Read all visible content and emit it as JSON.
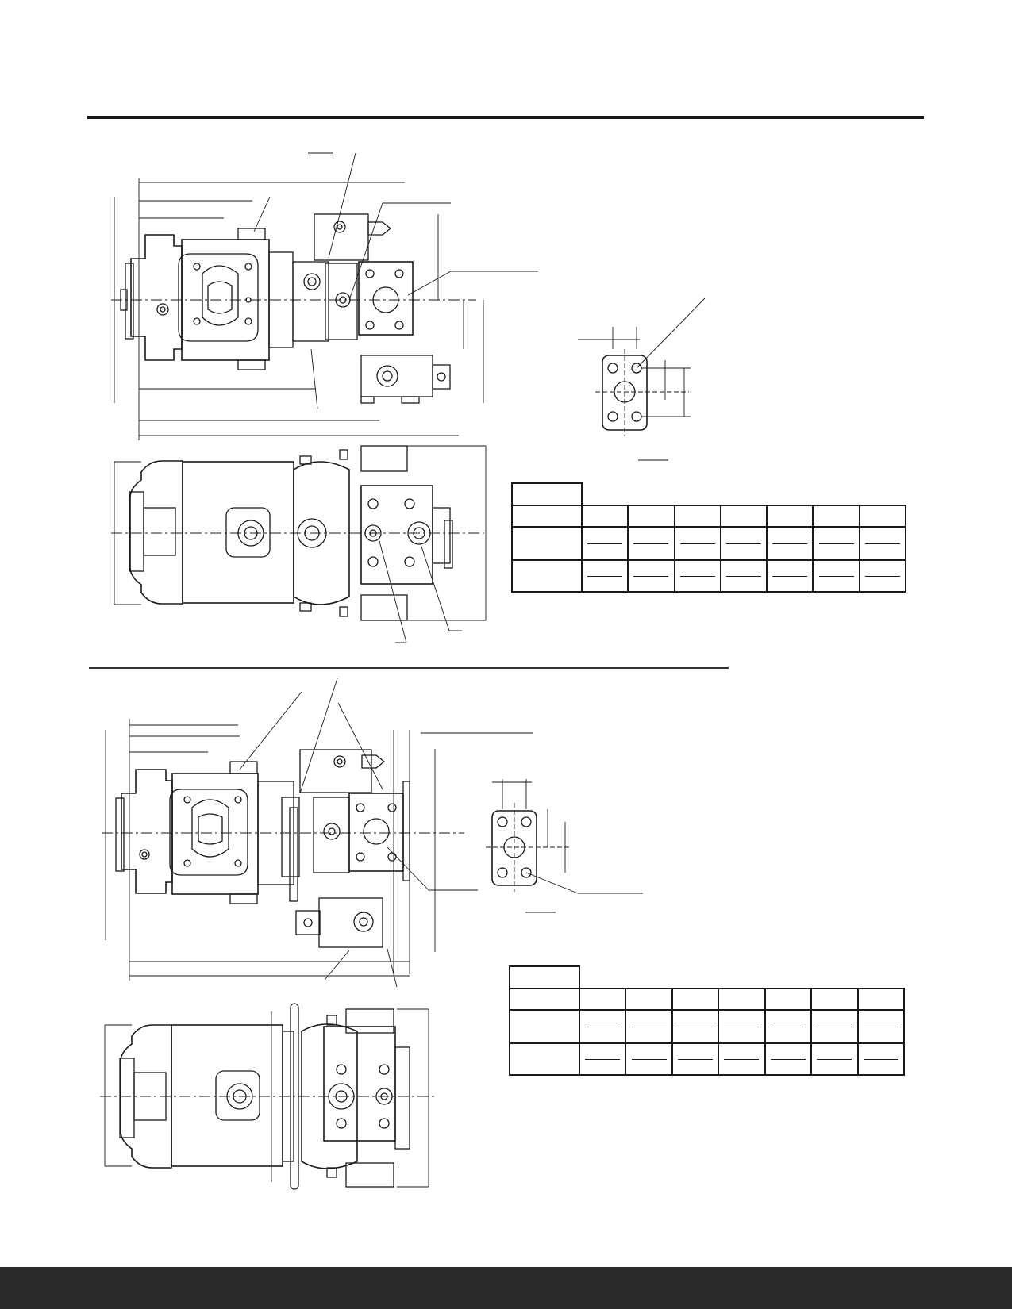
{
  "page": {
    "colors": {
      "line": "#1a1a1a",
      "footer": "#2b2b2b",
      "background": "#ffffff"
    }
  },
  "figures": [
    {
      "id": "unit-a",
      "views": [
        "side-view",
        "front-view",
        "port-flange"
      ]
    },
    {
      "id": "unit-b",
      "views": [
        "side-view",
        "front-view",
        "port-flange"
      ]
    }
  ],
  "tables": [
    {
      "id": "dimension-table-upper",
      "columns": 7,
      "rows": 2
    },
    {
      "id": "dimension-table-lower",
      "columns": 7,
      "rows": 2
    }
  ]
}
